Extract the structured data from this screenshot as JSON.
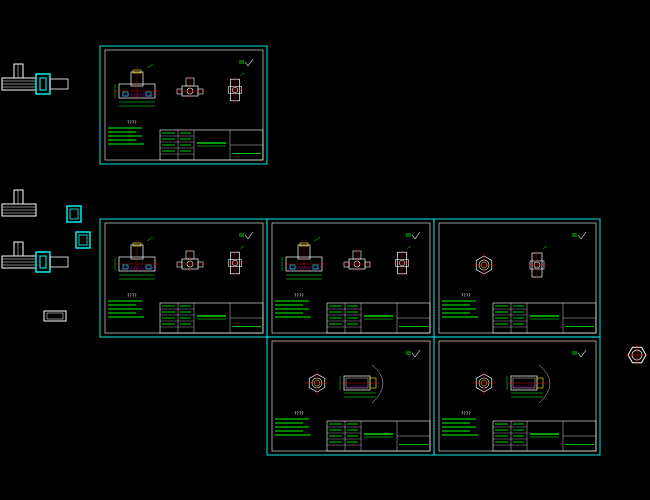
{
  "app": {
    "viewport_caption": "",
    "background": "#000000"
  },
  "colors": {
    "frame": "#00ffff",
    "geometry": "#ffffff",
    "dimension": "#00ff00",
    "accent": "#ffff00",
    "center": "#ff0000",
    "hatch": "#ff00ff"
  },
  "sheets": [
    {
      "id": "sheet-1",
      "kind": "tee",
      "title_text": "????",
      "roughness": "6.3/√"
    },
    {
      "id": "sheet-2",
      "kind": "tee",
      "title_text": "????",
      "roughness": "6.3/√"
    },
    {
      "id": "sheet-3",
      "kind": "tee",
      "title_text": "????",
      "roughness": "6.3/√"
    },
    {
      "id": "sheet-4",
      "kind": "boss",
      "title_text": "????",
      "roughness": "6.3/√"
    },
    {
      "id": "sheet-5",
      "kind": "plug",
      "title_text": "????",
      "roughness": "6.3/√"
    },
    {
      "id": "sheet-6",
      "kind": "plug",
      "title_text": "????",
      "roughness": "6.3/√"
    }
  ],
  "loose_parts": [
    {
      "name": "tee-fitting-top",
      "color": "white"
    },
    {
      "name": "tee-fitting-middle",
      "color": "white"
    },
    {
      "name": "tee-fitting-bottom",
      "color": "white"
    },
    {
      "name": "socket-small",
      "color": "cyan"
    },
    {
      "name": "socket-large",
      "color": "cyan"
    },
    {
      "name": "nipple-part",
      "color": "white"
    },
    {
      "name": "hex-nut-part",
      "color": "white"
    }
  ],
  "icons": {
    "hex": "hex-nut-icon",
    "roughness": "surface-roughness-icon"
  }
}
